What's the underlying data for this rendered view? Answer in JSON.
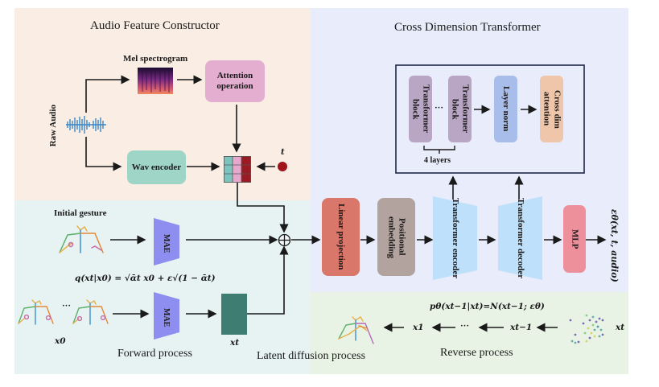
{
  "audio_panel": {
    "title": "Audio Feature Constructor",
    "raw_audio_label": "Raw Audio",
    "mel_label": "Mel spectrogram",
    "attention_label": "Attention operation",
    "wav_encoder_label": "Wav encoder",
    "t_label": "t"
  },
  "cdt_panel": {
    "title": "Cross Dimension Transformer",
    "transformer_block_label": "Transformer block",
    "ellipsis": "···",
    "layer_norm_label": "Layer norm",
    "cross_dim_label": "Cross dim attention",
    "layers_label": "4 layers",
    "linear_projection_label": "Linear projection",
    "positional_embedding_label": "Positional embedding",
    "encoder_label": "Transformer encoder",
    "decoder_label": "Transformer decoder",
    "mlp_label": "MLP",
    "output_label": "εθ(xt, t, audio)"
  },
  "forward_panel": {
    "initial_gesture_label": "Initial gesture",
    "mae_label": "MAE",
    "formula": "q(xt|x0) = √ᾱt x0 + ε√(1 − ᾱt)",
    "x0_label": "x0",
    "xt_label": "xt",
    "ellipsis": "···",
    "caption": "Forward process"
  },
  "middle_caption": "Latent diffusion process",
  "reverse_panel": {
    "formula": "pθ(xt−1|xt)=N(xt−1; εθ)",
    "x1_label": "x1",
    "ellipsis": "···",
    "xt_minus_1_label": "xt−1",
    "xt_label": "xt",
    "caption": "Reverse process"
  },
  "colors": {
    "audio_bg": "#f9ede4",
    "cdt_bg": "#e8ecfb",
    "forward_bg": "#e7f3f2",
    "reverse_bg": "#e9f3e5",
    "attention": "#e4aed0",
    "wav_encoder": "#9fd5c7",
    "transformer_block": "#b8a6c4",
    "layer_norm": "#a9bdeb",
    "cross_dim": "#efc6aa",
    "linear_projection": "#d9776a",
    "positional_embedding": "#b3a39e",
    "encoder_decoder": "#bfe0fb",
    "mlp": "#ee8f9c",
    "mae": "#8e8ef0",
    "xt_block": "#3e7d72",
    "t_dot": "#a0141c"
  }
}
